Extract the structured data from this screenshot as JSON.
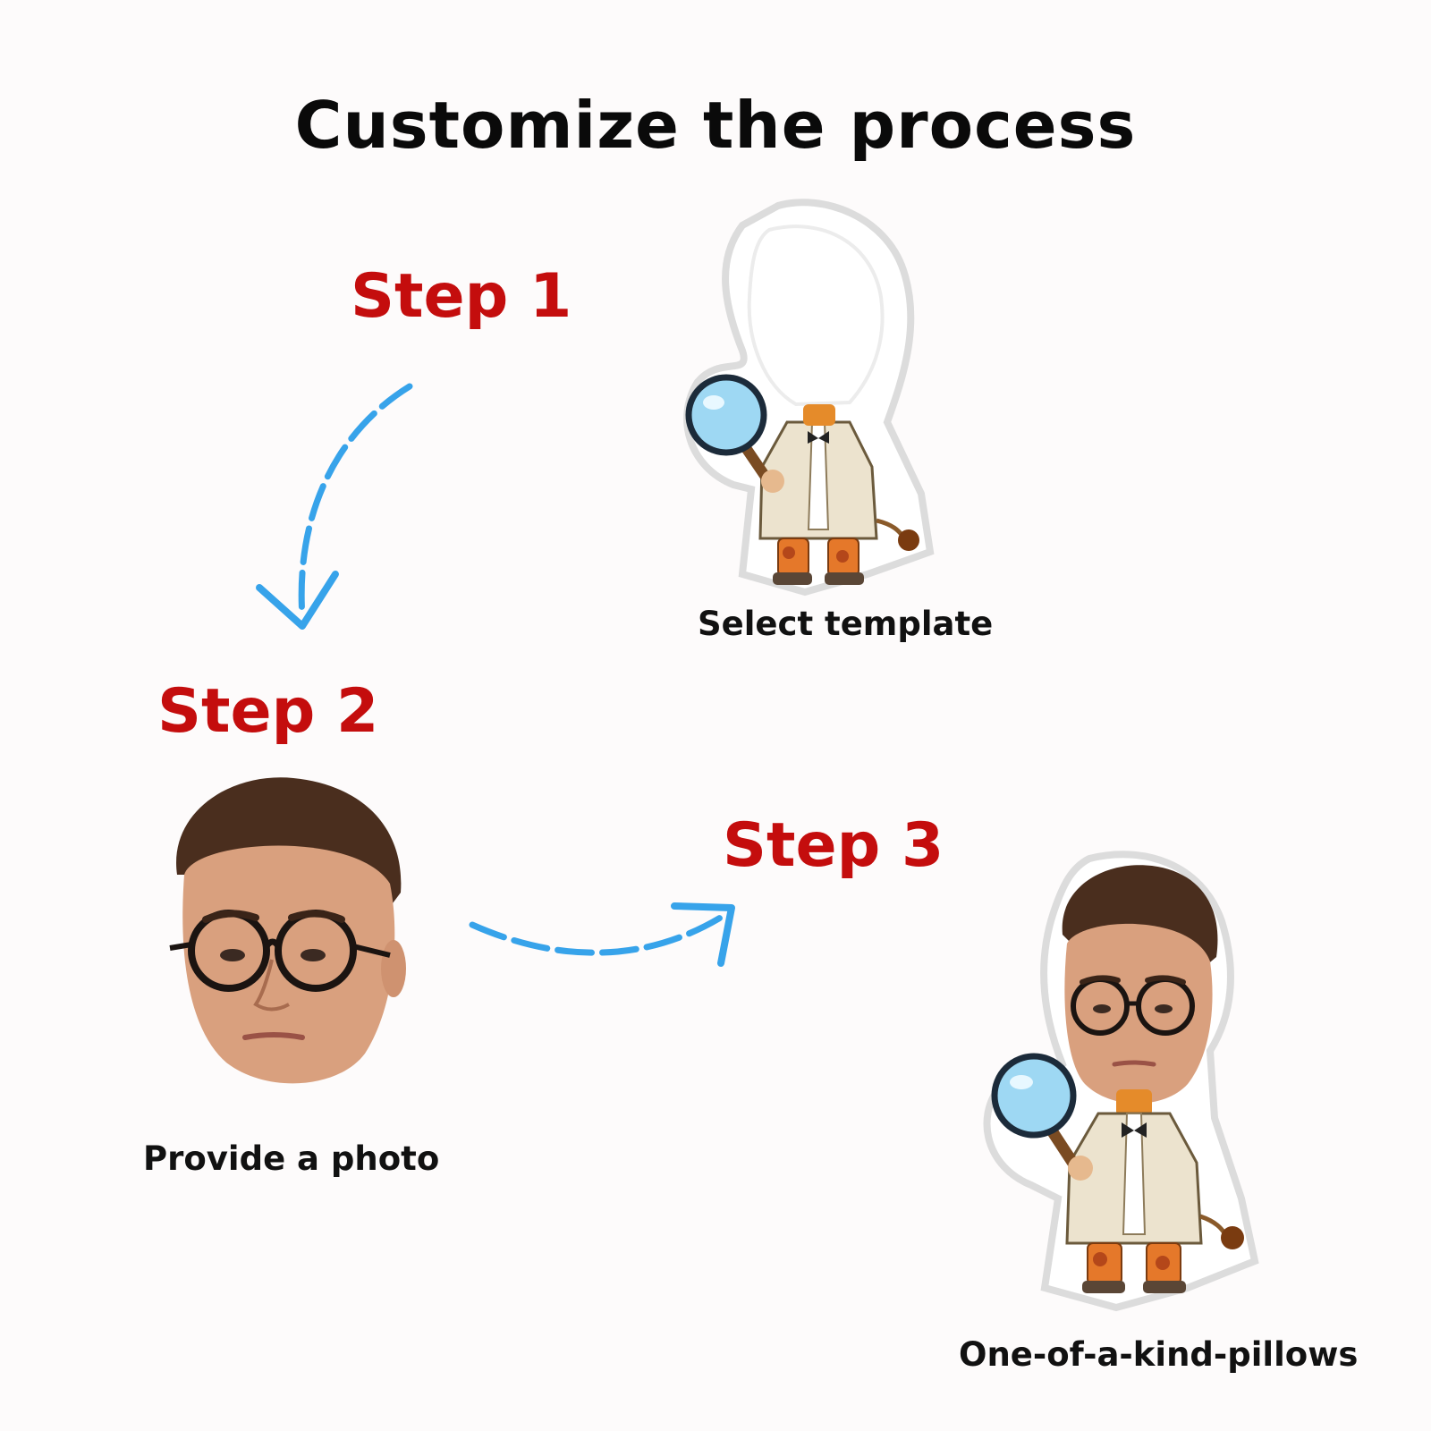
{
  "title": "Customize the process",
  "colors": {
    "step": "#c40d0d",
    "arrow": "#37a3ea",
    "text": "#111111"
  },
  "steps": [
    {
      "label": "Step 1",
      "caption": "Select template"
    },
    {
      "label": "Step 2",
      "caption": "Provide a photo"
    },
    {
      "label": "Step 3",
      "caption": "One-of-a-kind-pillows"
    }
  ]
}
